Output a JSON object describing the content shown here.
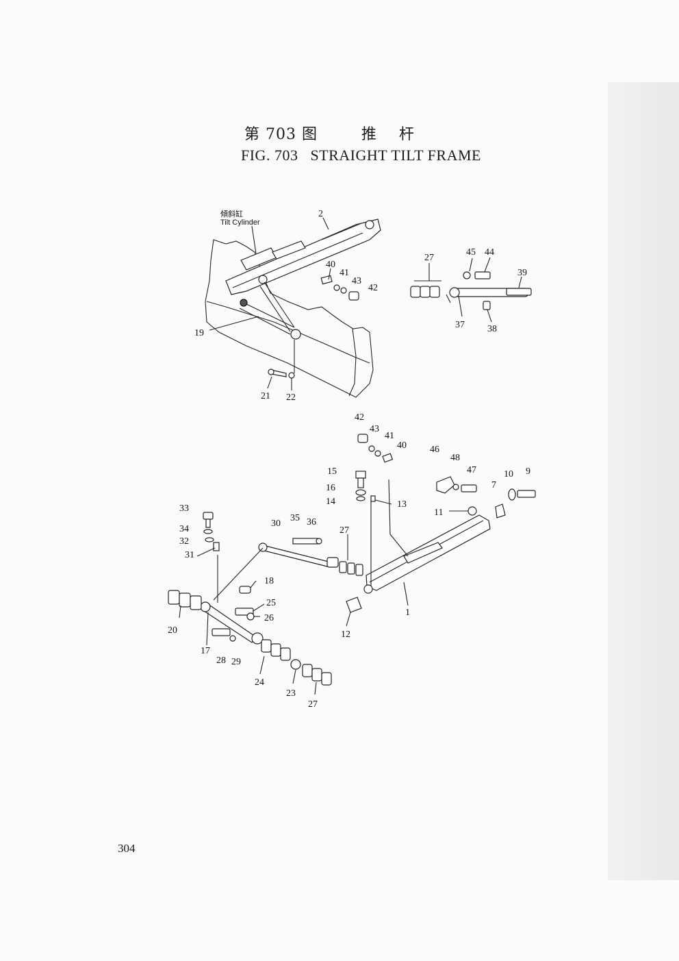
{
  "title_cn": "第 703 图        推    杆",
  "title_en": "FIG. 703   STRAIGHT TILT FRAME",
  "annotation": {
    "cn": "傾斜缸",
    "en": "Tilt Cylinder"
  },
  "parts": {
    "p1": "1",
    "p2": "2",
    "p7": "7",
    "p9": "9",
    "p10": "10",
    "p11": "11",
    "p12": "12",
    "p13": "13",
    "p14": "14",
    "p15": "15",
    "p16": "16",
    "p17": "17",
    "p18": "18",
    "p19": "19",
    "p20": "20",
    "p21": "21",
    "p22": "22",
    "p23": "23",
    "p24": "24",
    "p25": "25",
    "p26": "26",
    "p27a": "27",
    "p27b": "27",
    "p27c": "27",
    "p28": "28",
    "p29": "29",
    "p30": "30",
    "p31": "31",
    "p32": "32",
    "p33": "33",
    "p34": "34",
    "p35": "35",
    "p36": "36",
    "p37": "37",
    "p38": "38",
    "p39": "39",
    "p40a": "40",
    "p40b": "40",
    "p41a": "41",
    "p41b": "41",
    "p42a": "42",
    "p42b": "42",
    "p43a": "43",
    "p43b": "43",
    "p44": "44",
    "p45": "45",
    "p46": "46",
    "p47": "47",
    "p48": "48"
  },
  "page_number": "304"
}
